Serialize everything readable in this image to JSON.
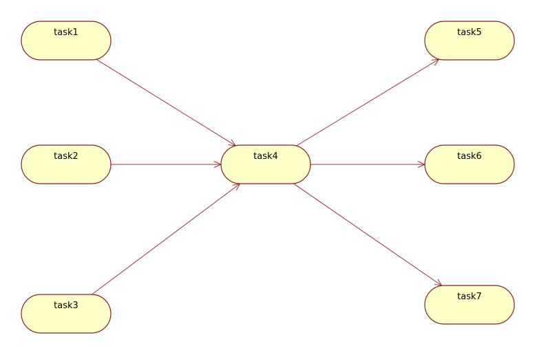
{
  "diagram": {
    "nodes": [
      {
        "id": "task1",
        "label": "task1"
      },
      {
        "id": "task2",
        "label": "task2"
      },
      {
        "id": "task3",
        "label": "task3"
      },
      {
        "id": "task4",
        "label": "task4"
      },
      {
        "id": "task5",
        "label": "task5"
      },
      {
        "id": "task6",
        "label": "task6"
      },
      {
        "id": "task7",
        "label": "task7"
      }
    ],
    "edges": [
      {
        "from": "task1",
        "to": "task4"
      },
      {
        "from": "task2",
        "to": "task4"
      },
      {
        "from": "task3",
        "to": "task4"
      },
      {
        "from": "task4",
        "to": "task5"
      },
      {
        "from": "task4",
        "to": "task6"
      },
      {
        "from": "task4",
        "to": "task7"
      }
    ],
    "colors": {
      "node_fill": "#ffffc8",
      "node_border": "#8a1f28",
      "edge": "#a03034",
      "label_text": "#000000",
      "background": "#ffffff"
    }
  }
}
